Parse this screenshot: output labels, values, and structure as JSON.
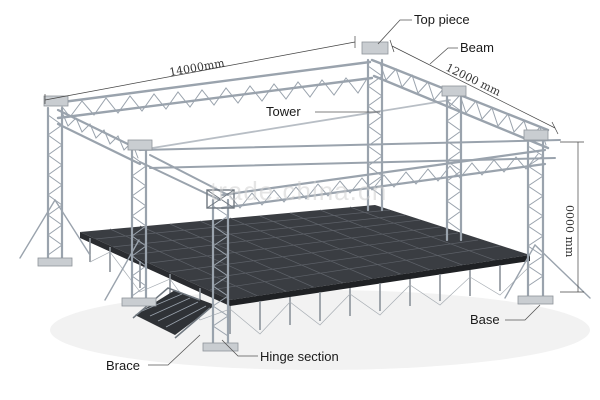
{
  "labels": {
    "top_piece": "Top piece",
    "beam": "Beam",
    "tower": "Tower",
    "base": "Base",
    "brace": "Brace",
    "hinge_section": "Hinge section"
  },
  "dimensions": {
    "length": "14000mm",
    "width": "12000 mm",
    "height": "0000 mm"
  },
  "watermark": "trade.china.cn",
  "colors": {
    "truss": "#9aa3ad",
    "stage_top": "#3a3d42",
    "stage_grid": "#5d6168",
    "leader": "#555555"
  }
}
